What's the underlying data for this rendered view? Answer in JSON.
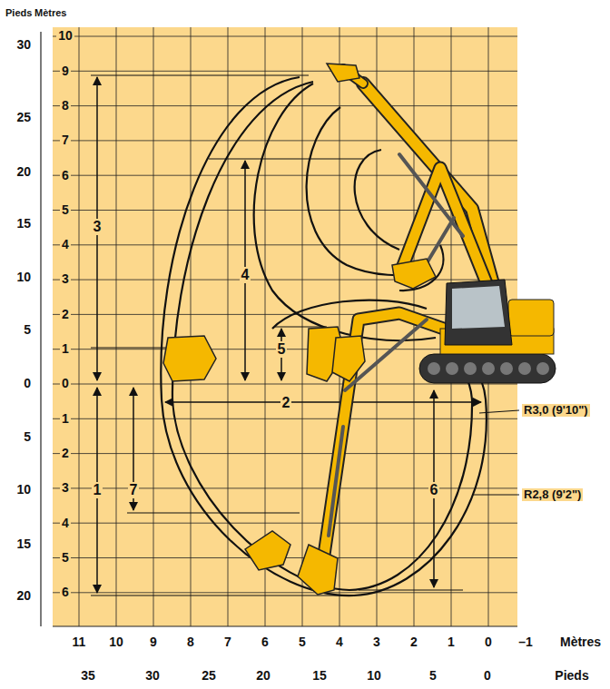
{
  "diagram": {
    "labels": [
      "Pieds",
      "Mètres",
      "10",
      "9",
      "8",
      "7",
      "6",
      "5",
      "4",
      "3",
      "2",
      "1",
      "0",
      "1",
      "2",
      "3",
      "4",
      "5",
      "6",
      "30",
      "25",
      "20",
      "15",
      "10",
      "5",
      "0",
      "5",
      "10",
      "15",
      "20",
      "11",
      "10",
      "9",
      "8",
      "7",
      "6",
      "5",
      "4",
      "3",
      "2",
      "1",
      "0",
      "–1",
      "Mètres",
      "35",
      "30",
      "25",
      "20",
      "15",
      "10",
      "5",
      "0",
      "Pieds",
      "3",
      "4",
      "5",
      "2",
      "1",
      "7",
      "6",
      "R3,0 (9'10\")",
      "R2,8 (9'2\")"
    ]
  }
}
